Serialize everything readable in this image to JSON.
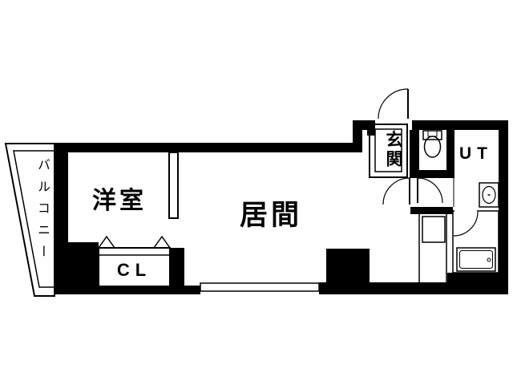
{
  "floor_plan": {
    "background_color": "#ffffff",
    "wall_color": "#000000",
    "rooms": {
      "balcony": {
        "label": "バルコニー"
      },
      "western_room": {
        "label": "洋室"
      },
      "living_room": {
        "label": "居間"
      },
      "closet": {
        "label": "CL"
      },
      "entrance": {
        "label": "玄関"
      },
      "utility": {
        "label": "UT"
      }
    },
    "fixture_icons": {
      "entrance_door": "quarter-arc-door",
      "interior_doors": "quarter-arc-doors",
      "bath_door": "quarter-arc-door",
      "closet_door": "folding-door-triangles",
      "toilet": "toilet-tank-and-bowl",
      "washbasin": "oval-basin-with-tap",
      "bathtub": "rounded-rect-tub-with-drain",
      "kitchen_sink": "square-counter-sink",
      "windows": "white-gap-window"
    }
  }
}
